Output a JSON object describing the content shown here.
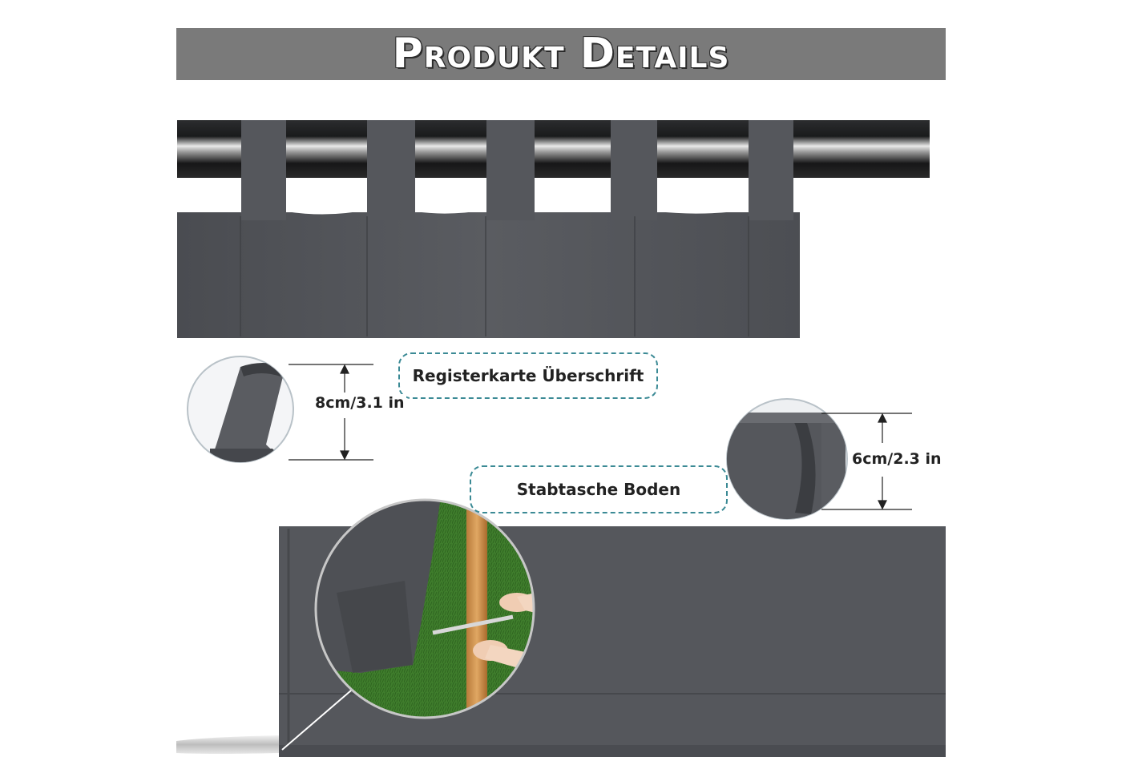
{
  "banner": {
    "title": "Produkt Details"
  },
  "callouts": {
    "tab_heading": "Registerkarte Überschrift",
    "rod_pocket_bottom": "Stabtasche Boden"
  },
  "dimensions": {
    "tab_height": "8cm/3.1 in",
    "pocket_height": "6cm/2.3 in"
  },
  "colors": {
    "fabric": "#55575c",
    "rod": "#1f2022",
    "banner": "#7a7a7a",
    "callout_border": "#3b8a95",
    "grass": "#3f7d2c"
  }
}
